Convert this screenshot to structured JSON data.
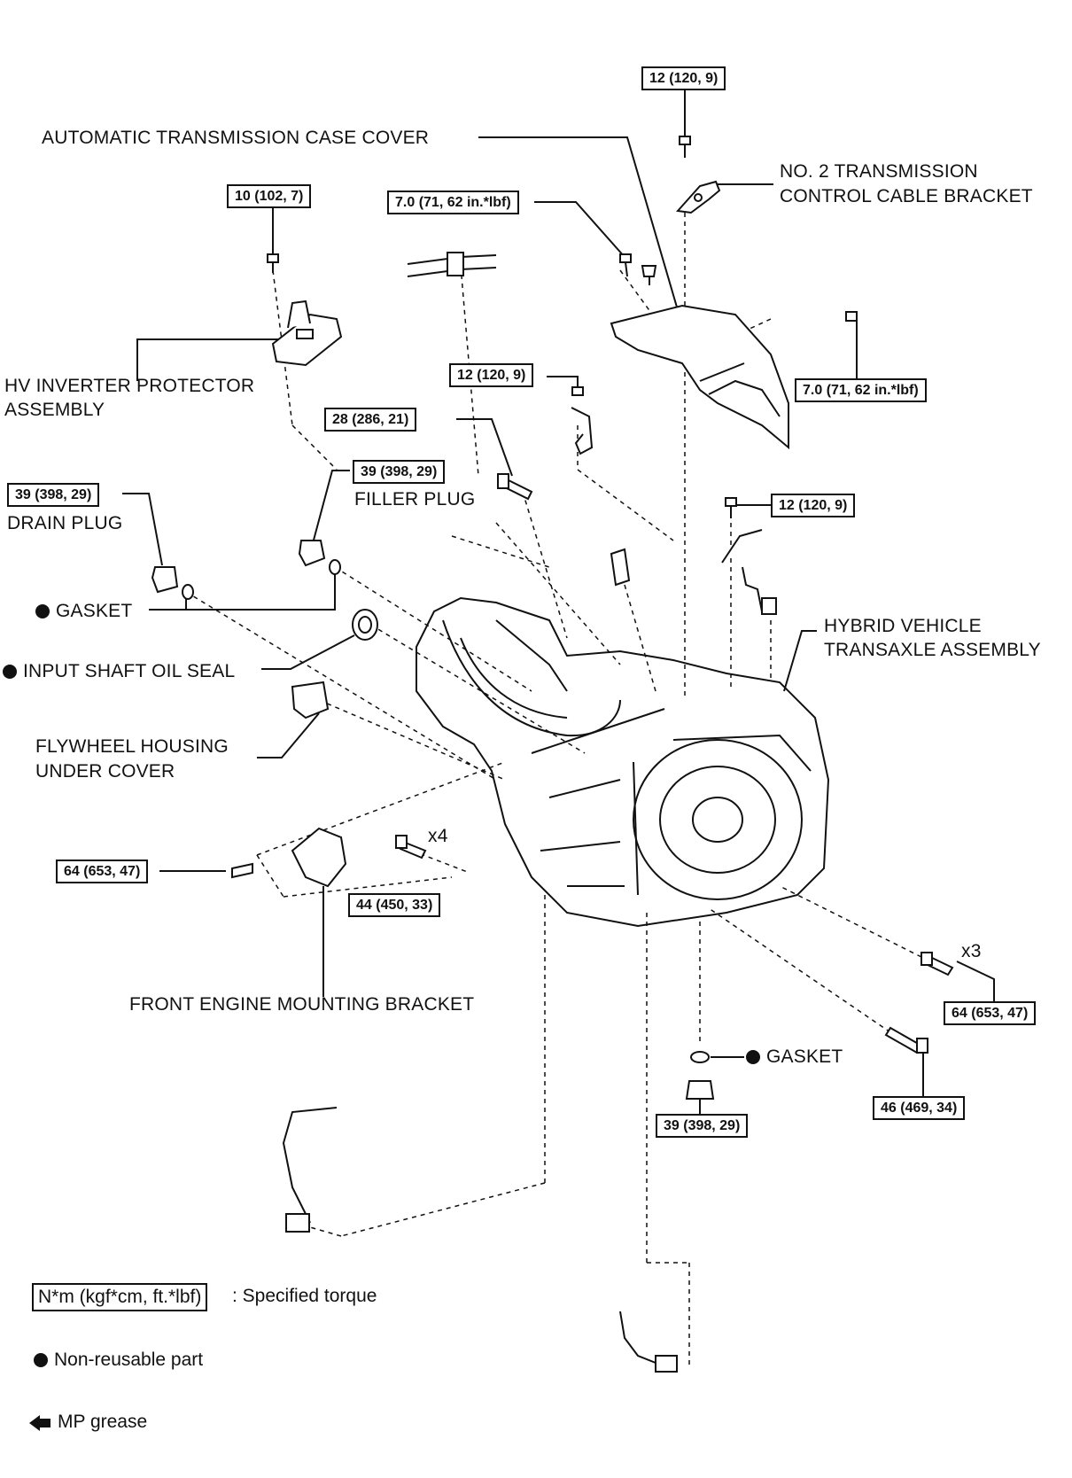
{
  "labels": {
    "case_cover": "AUTOMATIC TRANSMISSION CASE COVER",
    "cable_bracket_1": "NO. 2 TRANSMISSION",
    "cable_bracket_2": "CONTROL CABLE BRACKET",
    "hv_inverter_1": "HV INVERTER PROTECTOR",
    "hv_inverter_2": "ASSEMBLY",
    "filler_plug": "FILLER PLUG",
    "drain_plug": "DRAIN PLUG",
    "gasket_left": "GASKET",
    "input_shaft_seal": "INPUT SHAFT OIL SEAL",
    "flywheel_1": "FLYWHEEL HOUSING",
    "flywheel_2": "UNDER COVER",
    "transaxle_1": "HYBRID VEHICLE",
    "transaxle_2": "TRANSAXLE ASSEMBLY",
    "x4": "x4",
    "x3": "x3",
    "front_mount": "FRONT ENGINE MOUNTING BRACKET",
    "gasket_bottom": "GASKET"
  },
  "torque": {
    "t_top": "12 (120, 9)",
    "t_hv": "10 (102, 7)",
    "t_cover_left": "7.0 (71, 62 in.*lbf)",
    "t_cover_right": "7.0 (71, 62 in.*lbf)",
    "t_mid_bracket": "12 (120, 9)",
    "t_28": "28 (286, 21)",
    "t_filler": "39 (398, 29)",
    "t_drain": "39 (398, 29)",
    "t_right_bracket": "12 (120, 9)",
    "t_mount_left": "64 (653, 47)",
    "t_mount_bolts": "44 (450, 33)",
    "t_right_bolts": "64 (653, 47)",
    "t_bottom_bolt": "46 (469, 34)",
    "t_bottom_plug": "39 (398, 29)"
  },
  "legend": {
    "torque_box": "N*m (kgf*cm, ft.*lbf)",
    "torque_text": ": Specified torque",
    "nonreusable_text": "Non-reusable part",
    "grease_text": "MP grease"
  }
}
